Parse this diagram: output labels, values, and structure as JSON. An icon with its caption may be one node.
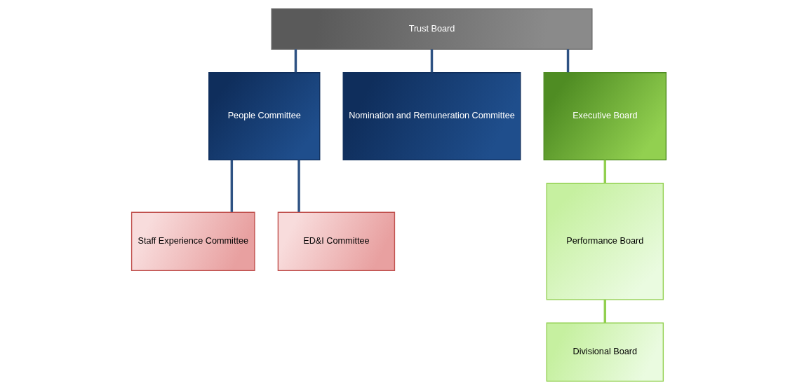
{
  "diagram": {
    "nodes": [
      {
        "text": [
          "Trust Board"
        ]
      },
      {
        "text": [
          "People Committee"
        ]
      },
      {
        "text": [
          "Nomination and Remuneration Committee"
        ]
      },
      {
        "text": [
          "Executive Board"
        ]
      },
      {
        "text": [
          "Staff Experience Committee"
        ]
      },
      {
        "text": [
          "ED&I Committee"
        ]
      },
      {
        "text": [
          "Performance Board"
        ]
      },
      {
        "text": [
          "Divisional Board"
        ]
      }
    ],
    "edges": [
      {
        "from": 0,
        "to": 1,
        "arrow": "none"
      },
      {
        "from": 0,
        "to": 2,
        "arrow": "none"
      },
      {
        "from": 0,
        "to": 3,
        "arrow": "none"
      },
      {
        "from": 1,
        "to": 4,
        "arrow": "none"
      },
      {
        "from": 1,
        "to": 5,
        "arrow": "none"
      },
      {
        "from": 3,
        "to": 6,
        "arrow": "none",
        "color": "#92d050"
      },
      {
        "from": 6,
        "to": 7,
        "arrow": "none",
        "color": "#92d050"
      }
    ]
  }
}
